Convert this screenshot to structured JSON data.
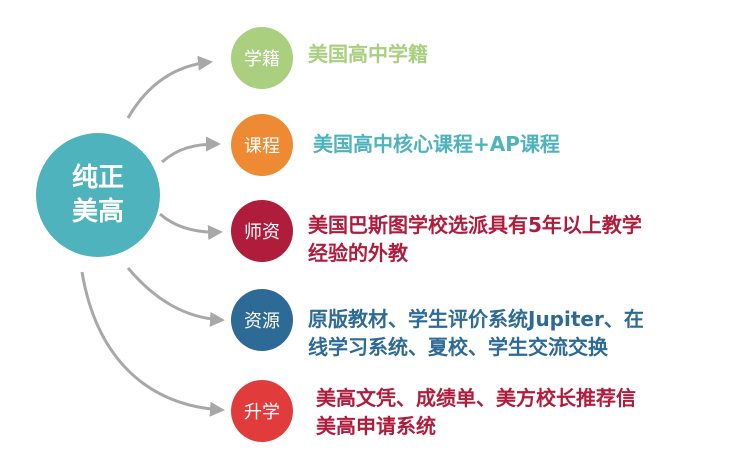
{
  "hub": {
    "line1": "纯正",
    "line2": "美高",
    "color": "#4fb3bd"
  },
  "nodes": [
    {
      "name": "学籍",
      "color": "#a9cf7f",
      "label_lines": [
        "美国高中学籍"
      ],
      "label_color": "#a9cf7f"
    },
    {
      "name": "课程",
      "color": "#ee8a33",
      "label_lines": [
        "美国高中核心课程+AP课程"
      ],
      "label_color": "#4fb3bd"
    },
    {
      "name": "师资",
      "color": "#b01c3c",
      "label_lines": [
        "美国巴斯图学校选派具有5年以上教学",
        "经验的外教"
      ],
      "label_color": "#b01c3c"
    },
    {
      "name": "资源",
      "color": "#2d6a95",
      "label_lines": [
        "原版教材、学生评价系统Jupiter、在",
        "线学习系统、夏校、学生交流交换"
      ],
      "label_color": "#2d6a95"
    },
    {
      "name": "升学",
      "color": "#e23b3b",
      "label_lines": [
        "美高文凭、成绩单、美方校长推荐信",
        "美高申请系统"
      ],
      "label_color": "#b01c3c"
    }
  ],
  "arrow_color": "#a8a8a8"
}
